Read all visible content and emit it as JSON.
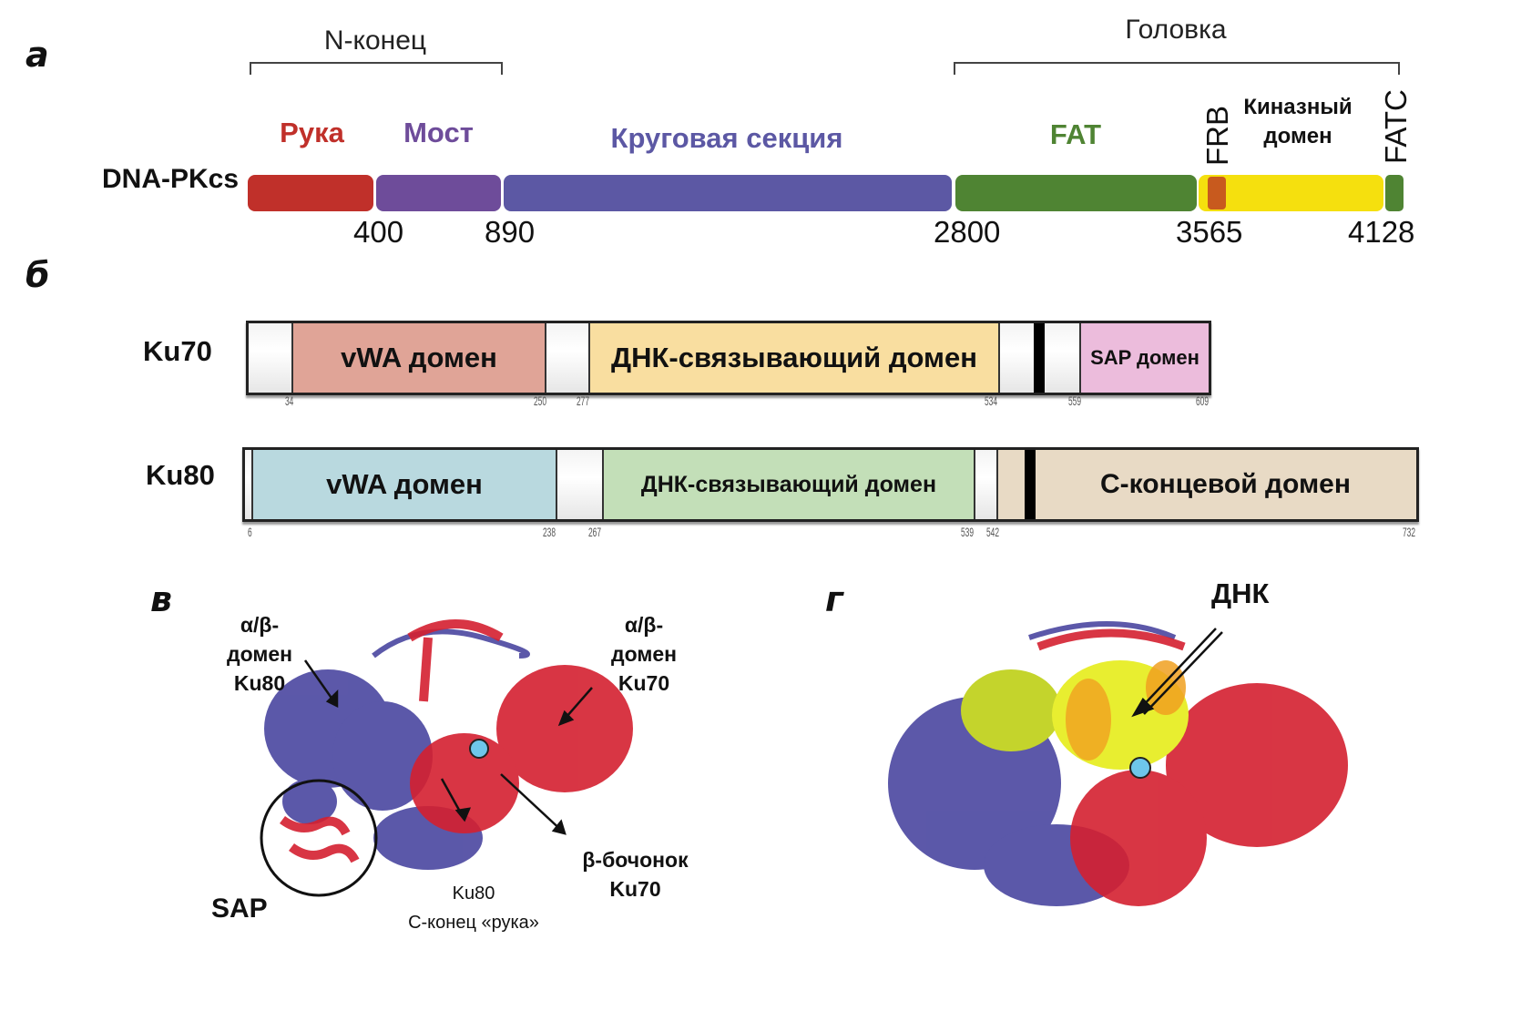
{
  "panels": {
    "a": {
      "letter": "а",
      "protein": "DNA-PKcs",
      "brackets": [
        {
          "label": "N-конец"
        },
        {
          "label": "Головка"
        }
      ],
      "segments": [
        {
          "name": "Рука",
          "color": "#c0302a",
          "start": 1,
          "end": 400
        },
        {
          "name": "Мост",
          "color": "#6e4c9a",
          "start": 400,
          "end": 890
        },
        {
          "name": "Круговая секция",
          "color": "#5c58a4",
          "start": 890,
          "end": 2800
        },
        {
          "name": "FAT",
          "color": "#4f8433",
          "start": 2800,
          "end": 3565
        },
        {
          "name": "Киназный домен",
          "color": "#f5e00e",
          "start": 3565,
          "end": 4050
        },
        {
          "name": "FRB",
          "color": "#c85a1e"
        },
        {
          "name": "FATC",
          "color": "#4f8433",
          "start": 4050,
          "end": 4128
        }
      ],
      "label_colors": {
        "Рука": "#c0302a",
        "Мост": "#6e4c9a",
        "Круговая секция": "#5c58a4",
        "FAT": "#4f8433",
        "Киназный домен": "#111111"
      },
      "kinase_label_line1": "Киназный",
      "kinase_label_line2": "домен",
      "ticks": [
        "400",
        "890",
        "2800",
        "3565",
        "4128"
      ]
    },
    "b": {
      "letter": "б",
      "ku70": {
        "label": "Ku70",
        "domains": [
          {
            "name": "vWA домен",
            "start": 34,
            "end": 250,
            "color": "#e0a497"
          },
          {
            "name": "ДНК-связывающий домен",
            "start": 277,
            "end": 534,
            "color": "#f9dea0"
          },
          {
            "name": "SAP домен",
            "start": 559,
            "end": 609,
            "color": "#ecbcdc"
          }
        ],
        "ticks": [
          "34",
          "250",
          "277",
          "534",
          "559",
          "609"
        ],
        "length": 609
      },
      "ku80": {
        "label": "Ku80",
        "domains": [
          {
            "name": "vWA домен",
            "start": 6,
            "end": 238,
            "color": "#b9d9df"
          },
          {
            "name": "ДНК-связывающий домен",
            "start": 267,
            "end": 539,
            "color": "#c3dfb8"
          },
          {
            "name": "С-концевой домен",
            "start": 542,
            "end": 732,
            "color": "#e8dac5"
          }
        ],
        "ticks": [
          "6",
          "238",
          "267",
          "539",
          "542",
          "732"
        ],
        "length": 732
      }
    },
    "c": {
      "letter": "в",
      "annotations": {
        "ku80_ab_l1": "α/β-",
        "ku80_ab_l2": "домен",
        "ku80_ab_l3": "Ku80",
        "ku70_ab_l1": "α/β-",
        "ku70_ab_l2": "домен",
        "ku70_ab_l3": "Ku70",
        "sap": "SAP",
        "ku80_c_l1": "Ku80",
        "ku80_c_l2": "С-конец «рука»",
        "barrel_l1": "β-бочонок",
        "barrel_l2": "Ku70"
      }
    },
    "d": {
      "letter": "г",
      "annotations": {
        "dna": "ДНК"
      }
    }
  },
  "colors": {
    "ku80_chain": "#4a46a0",
    "ku70_chain": "#d42030",
    "dna_yellow": "#e8ee30",
    "dna_orange": "#f0a020",
    "marker": "#6ec6ea"
  }
}
